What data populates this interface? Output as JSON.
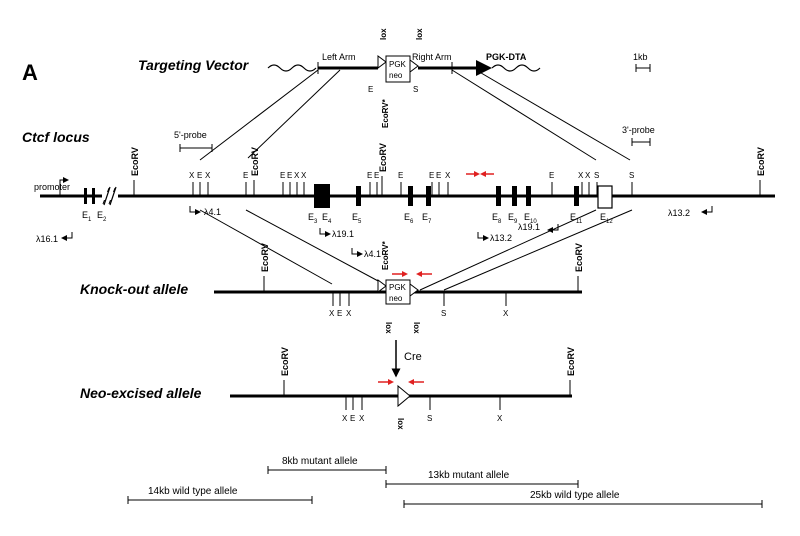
{
  "panel_label": "A",
  "tracks": {
    "targeting_vector": "Targeting Vector",
    "ctcf_locus": "Ctcf locus",
    "knockout_allele": "Knock-out allele",
    "neo_excised_allele": "Neo-excised allele"
  },
  "vector": {
    "left_arm": "Left Arm",
    "right_arm": "Right Arm",
    "pgk_dta": "PGK-DTA",
    "scale_bar": "1kb",
    "pgk": "PGK",
    "neo": "neo",
    "lox": "lox",
    "ecorv_star": "EcoRV*"
  },
  "probes": {
    "five": "5'-probe",
    "three": "3'-probe"
  },
  "promoter": "promoter",
  "ecorv": "EcoRV",
  "cre": "Cre",
  "restriction": {
    "X": "X",
    "E": "E",
    "S": "S"
  },
  "exons": {
    "E1": "E",
    "E1s": "1",
    "E2": "E",
    "E2s": "2",
    "E3": "E",
    "E3s": "3",
    "E4": "E",
    "E4s": "4",
    "E5": "E",
    "E5s": "5",
    "E6": "E",
    "E6s": "6",
    "E7": "E",
    "E7s": "7",
    "E8": "E",
    "E8s": "8",
    "E9": "E",
    "E9s": "9",
    "E10": "E",
    "E10s": "10",
    "E11": "E",
    "E11s": "11",
    "E12": "E",
    "E12s": "12"
  },
  "lambda_clones": {
    "l161": "λ16.1",
    "l41a": "λ4.1",
    "l191a": "λ19.1",
    "l41b": "λ4.1",
    "l132a": "λ13.2",
    "l191b": "λ19.1",
    "l132b": "λ13.2"
  },
  "fragments": {
    "mut8": "8kb mutant allele",
    "wt14": "14kb wild type allele",
    "mut13": "13kb mutant allele",
    "wt25": "25kb wild type allele"
  },
  "colors": {
    "line": "#000000",
    "arrow": "#e02020",
    "background": "#ffffff"
  }
}
